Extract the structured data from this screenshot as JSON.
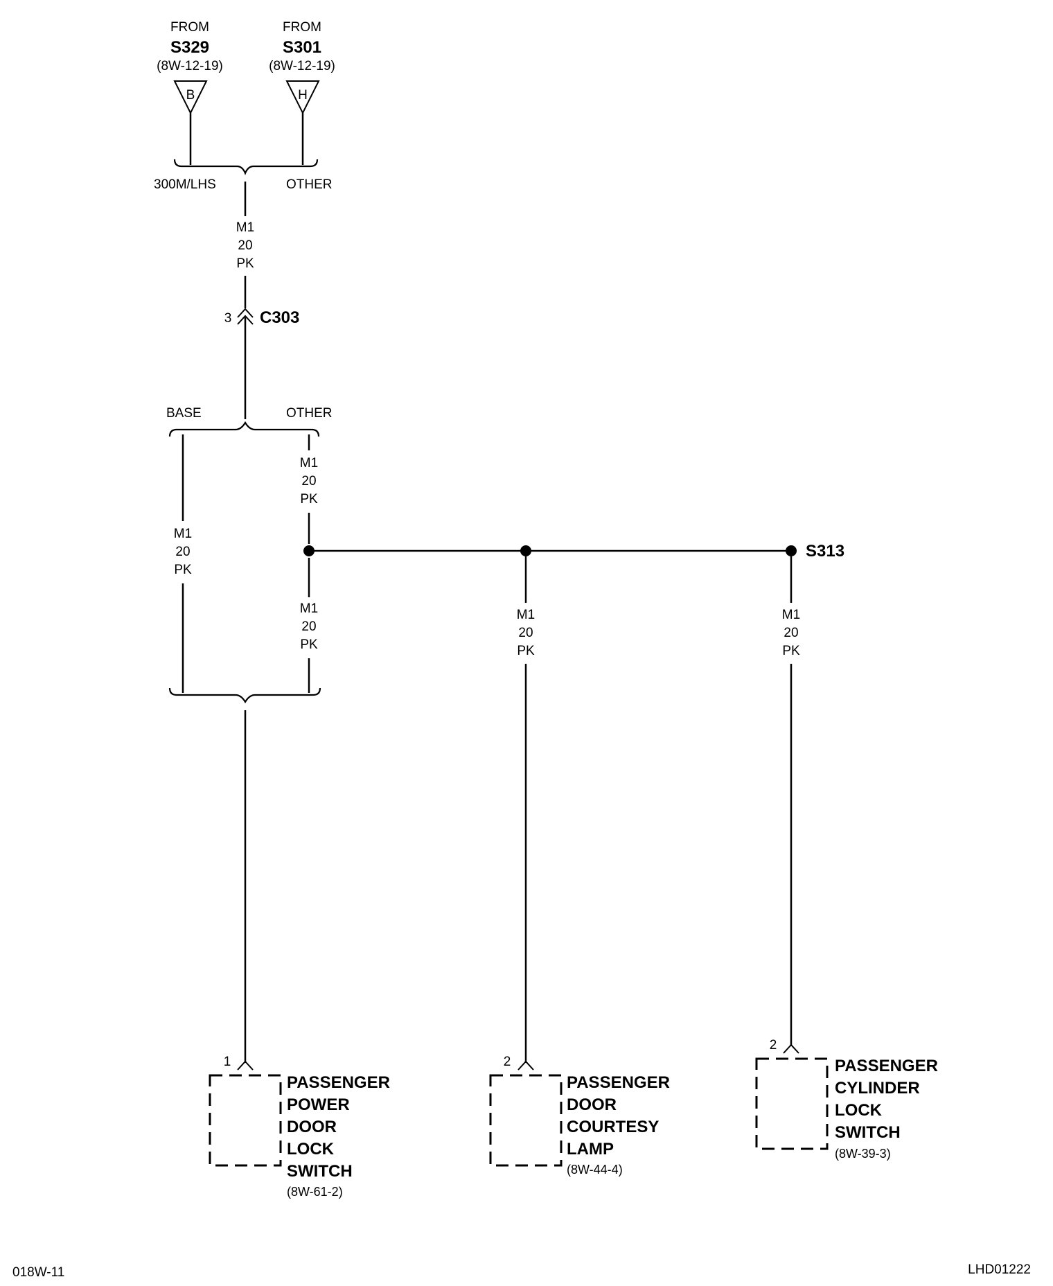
{
  "sources": [
    {
      "from": "FROM",
      "id": "S329",
      "ref": "(8W-12-19)",
      "pin": "B"
    },
    {
      "from": "FROM",
      "id": "S301",
      "ref": "(8W-12-19)",
      "pin": "H"
    }
  ],
  "variant_top": {
    "left": "300M/LHS",
    "right": "OTHER"
  },
  "wire": {
    "circuit": "M1",
    "gauge": "20",
    "color": "PK"
  },
  "connector": {
    "pin": "3",
    "id": "C303"
  },
  "variant_mid": {
    "left": "BASE",
    "right": "OTHER"
  },
  "splice": {
    "id": "S313"
  },
  "components": [
    {
      "pin": "1",
      "lines": [
        "PASSENGER",
        "POWER",
        "DOOR",
        "LOCK",
        "SWITCH"
      ],
      "ref": "(8W-61-2)"
    },
    {
      "pin": "2",
      "lines": [
        "PASSENGER",
        "DOOR",
        "COURTESY",
        "LAMP"
      ],
      "ref": "(8W-44-4)"
    },
    {
      "pin": "2",
      "lines": [
        "PASSENGER",
        "CYLINDER",
        "LOCK",
        "SWITCH"
      ],
      "ref": "(8W-39-3)"
    }
  ],
  "footer": {
    "page": "018W-11",
    "code": "LHD01222"
  }
}
